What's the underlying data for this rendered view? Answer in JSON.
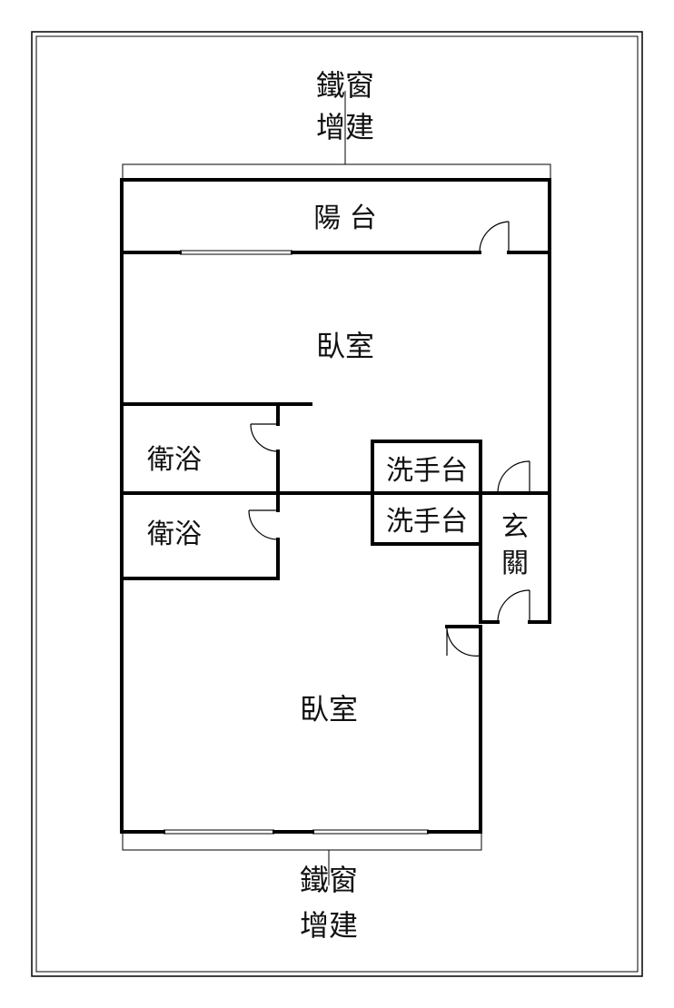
{
  "plan": {
    "top_annotation": {
      "line1": "鐵窗",
      "line2": "增建"
    },
    "bottom_annotation": {
      "line1": "鐵窗",
      "line2": "增建"
    },
    "rooms": {
      "balcony": "陽 台",
      "bedroom_upper": "臥室",
      "bath_upper": "衛浴",
      "bath_lower": "衛浴",
      "sink_upper": "洗手台",
      "sink_lower": "洗手台",
      "entry_line1": "玄",
      "entry_line2": "關",
      "bedroom_lower": "臥室"
    }
  }
}
